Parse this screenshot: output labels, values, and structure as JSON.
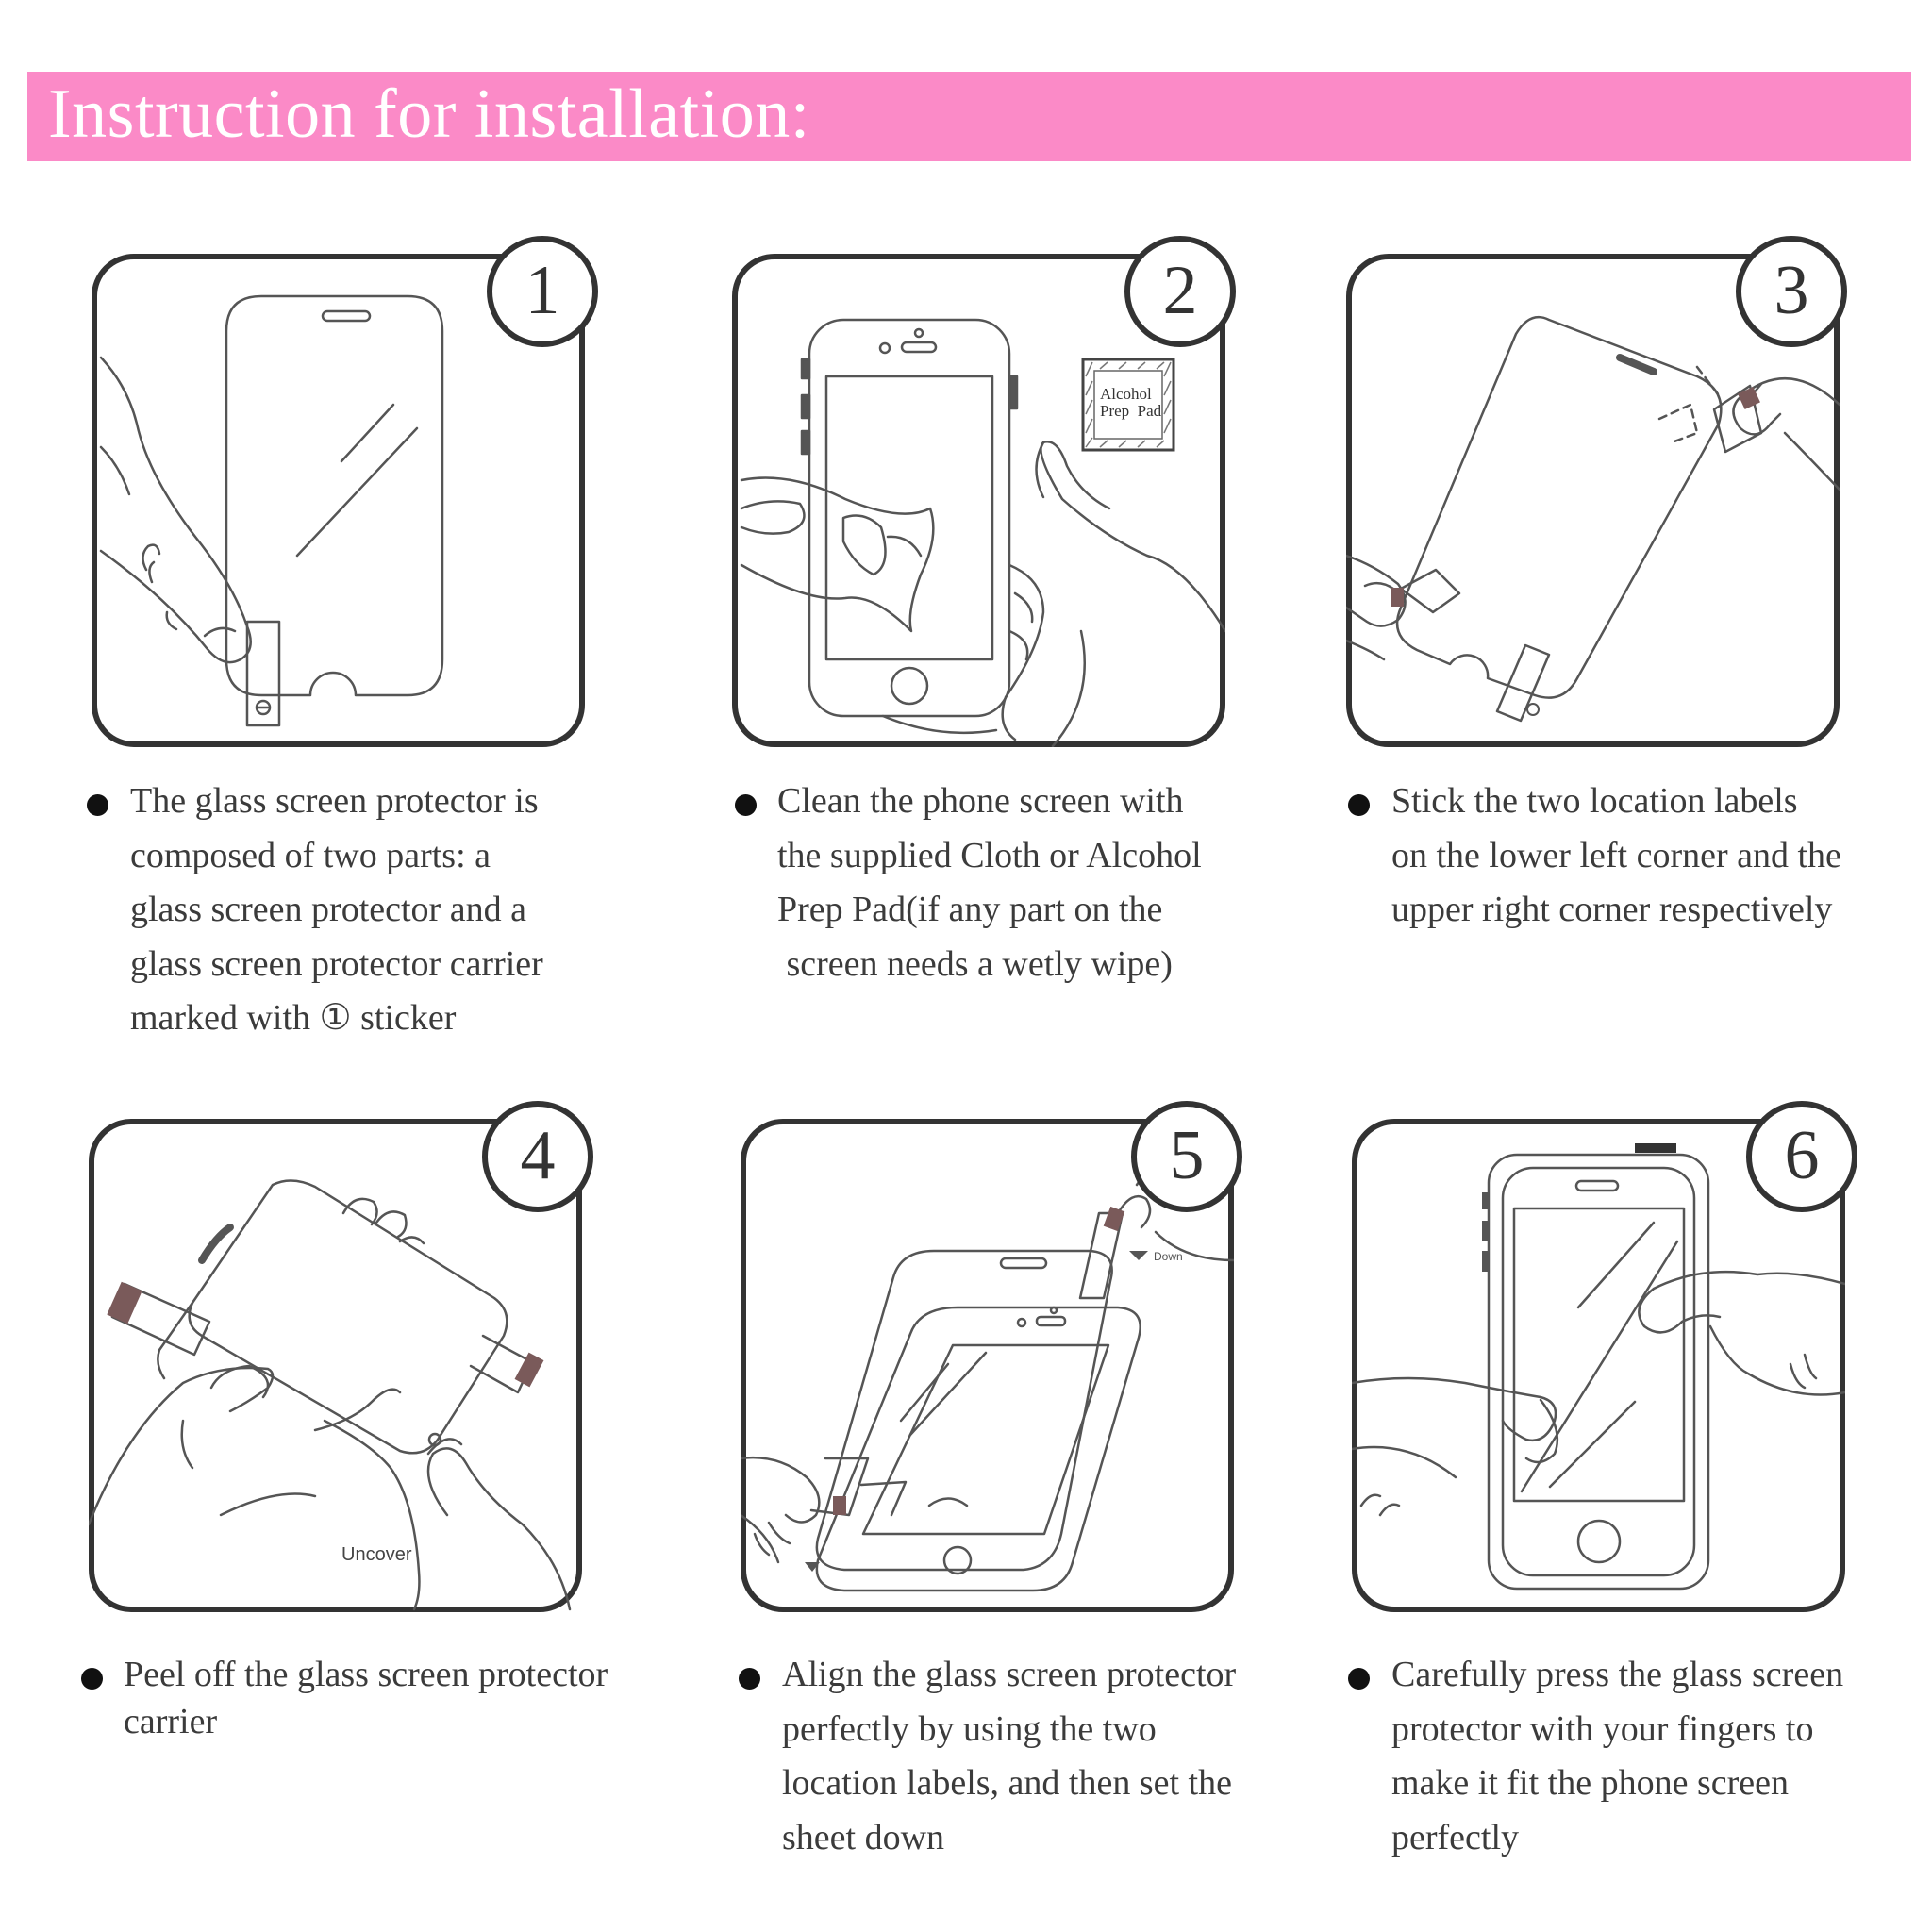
{
  "header": {
    "title": "Instruction for installation:"
  },
  "colors": {
    "banner": "#fb8ac7",
    "outline": "#333333",
    "label_dark": "#7a5a5a"
  },
  "steps": [
    {
      "number": "1",
      "lines": [
        "The glass screen protector is",
        "composed of two parts: a",
        "glass screen protector and a",
        "glass screen protector carrier",
        "marked with ① sticker"
      ]
    },
    {
      "number": "2",
      "label": [
        "Alcohol",
        "Prep  Pad"
      ],
      "lines": [
        "Clean the phone screen with",
        "the supplied Cloth or Alcohol",
        "Prep Pad(if any part on the",
        " screen needs a wetly wipe)"
      ]
    },
    {
      "number": "3",
      "lines": [
        "Stick the two location labels",
        "on the lower left corner and the",
        "upper right corner respectively"
      ]
    },
    {
      "number": "4",
      "label": "Uncover",
      "lines": [
        "Peel off the glass screen protector",
        "carrier"
      ]
    },
    {
      "number": "5",
      "label": "Down",
      "lines": [
        "Align the glass screen protector",
        "perfectly by using the two",
        "location labels, and then set the",
        "sheet down"
      ]
    },
    {
      "number": "6",
      "lines": [
        "Carefully press the glass screen",
        "protector with your fingers to",
        "make it fit the phone screen",
        "perfectly"
      ]
    }
  ]
}
